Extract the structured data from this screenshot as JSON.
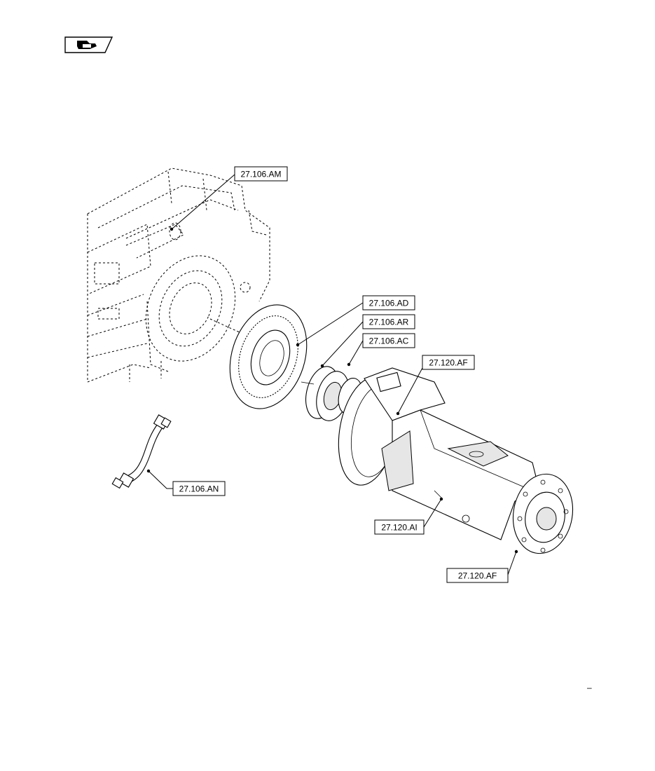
{
  "nav_icon": "forward-arrow-tag-icon",
  "callouts": [
    {
      "id": "am",
      "label": "27.106.AM"
    },
    {
      "id": "ad",
      "label": "27.106.AD"
    },
    {
      "id": "ar",
      "label": "27.106.AR"
    },
    {
      "id": "ac",
      "label": "27.106.AC"
    },
    {
      "id": "af1",
      "label": "27.120.AF"
    },
    {
      "id": "an",
      "label": "27.106.AN"
    },
    {
      "id": "ai",
      "label": "27.120.AI"
    },
    {
      "id": "af2",
      "label": "27.120.AF"
    }
  ],
  "page_mark": "–",
  "colors": {
    "line": "#000000",
    "background": "#ffffff",
    "shade": "#e6e6e6"
  }
}
